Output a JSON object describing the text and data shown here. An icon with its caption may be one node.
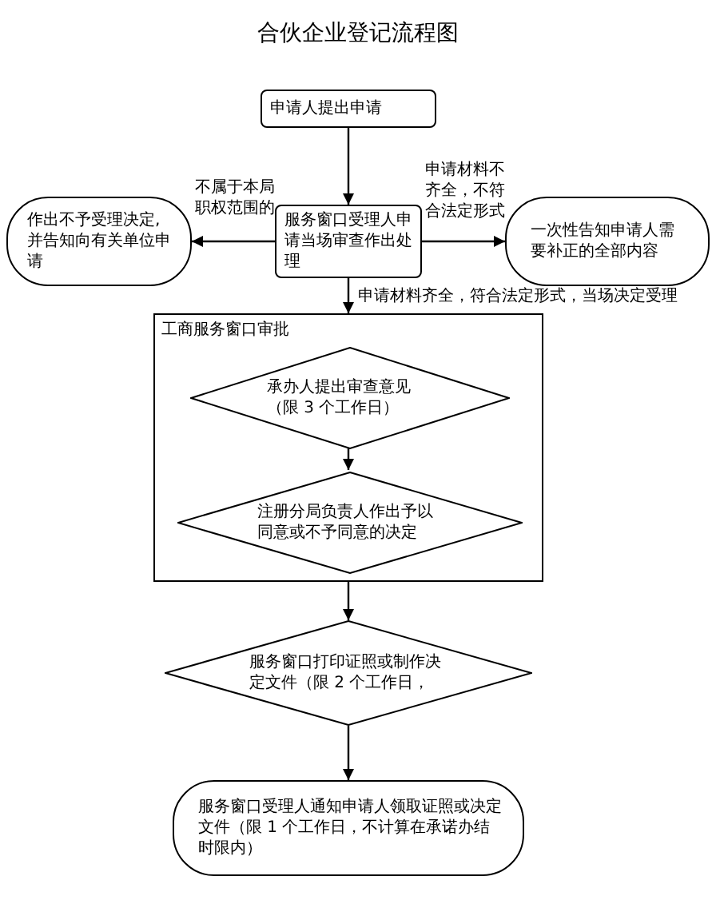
{
  "diagram": {
    "title": "合伙企业登记流程图",
    "nodes": [
      {
        "text": [
          "申请人提出申请"
        ]
      },
      {
        "text": [
          "服务窗口受理人申请当场审查作出处理"
        ]
      },
      {
        "text": [
          "作出不予受理决定,并告知向有关单位申请"
        ]
      },
      {
        "text": [
          "一次性告知申请人需要补正的全部内容"
        ]
      },
      {
        "text": [
          "工商服务窗口审批"
        ]
      },
      {
        "text": [
          "承办人提出审查意见（限 3 个工作日）"
        ],
        "in": 4
      },
      {
        "text": [
          "注册分局负责人作出予以同意或不予同意的决定"
        ],
        "in": 4
      },
      {
        "text": [
          "服务窗口打印证照或制作决定文件（限 2 个工作日，"
        ]
      },
      {
        "text": [
          "服务窗口受理人通知申请人领取证照或决定文件（限 1 个工作日，不计算在承诺办结时限内）"
        ]
      }
    ],
    "edges": [
      {
        "from": 0,
        "to": 1,
        "arrow": "to"
      },
      {
        "from": 1,
        "to": 2,
        "arrow": "to",
        "label": "不属于本局职权范围的"
      },
      {
        "from": 1,
        "to": 3,
        "arrow": "to",
        "label": "申请材料不齐全，不符合法定形式"
      },
      {
        "from": 1,
        "to": 4,
        "arrow": "to",
        "label": "申请材料齐全，符合法定形式，当场决定受理"
      },
      {
        "from": 5,
        "to": 6,
        "arrow": "to"
      },
      {
        "from": 4,
        "to": 7,
        "arrow": "to"
      },
      {
        "from": 7,
        "to": 8,
        "arrow": "to"
      }
    ]
  }
}
